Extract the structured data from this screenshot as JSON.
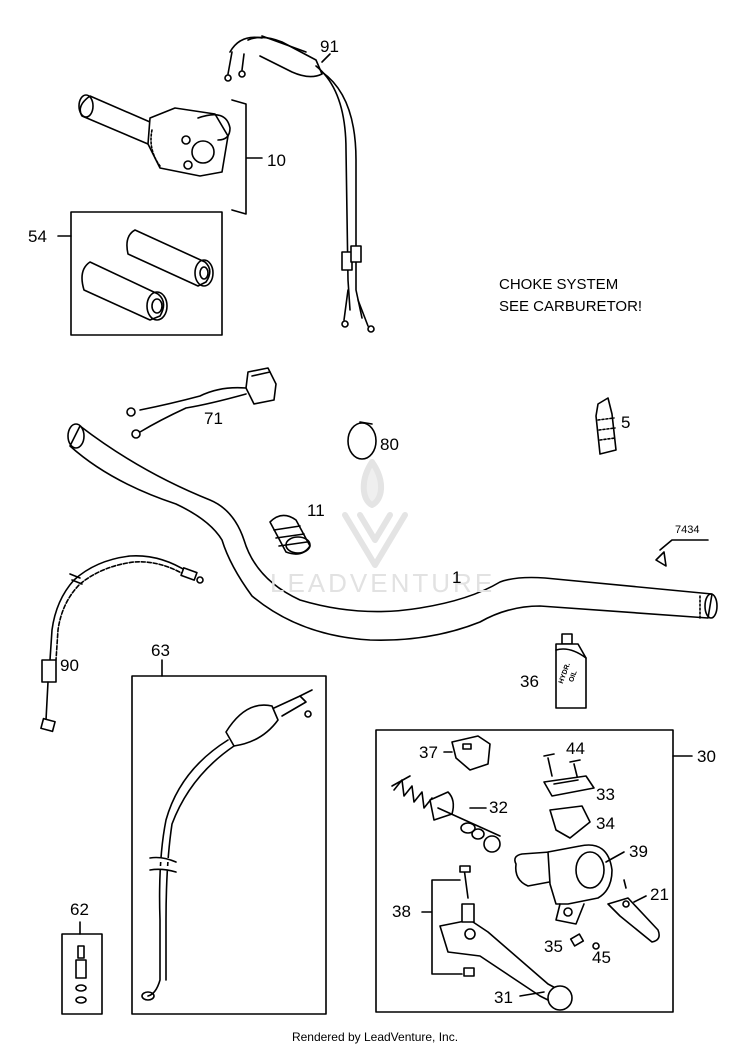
{
  "note": {
    "line1": "CHOKE SYSTEM",
    "line2": "SEE CARBURETOR!"
  },
  "watermark": "LEADVENTURE",
  "footer": "Rendered by LeadVenture, Inc.",
  "callouts": {
    "p91": "91",
    "p10": "10",
    "p54": "54",
    "p71": "71",
    "p80": "80",
    "p5": "5",
    "p11": "11",
    "p7434": "7434",
    "p1": "1",
    "p90": "90",
    "p63": "63",
    "p36": "36",
    "p30": "30",
    "p37": "37",
    "p44": "44",
    "p33": "33",
    "p32": "32",
    "p34": "34",
    "p39": "39",
    "p21": "21",
    "p38": "38",
    "p35": "35",
    "p45": "45",
    "p31": "31",
    "p62": "62"
  },
  "bottle_label": "HYDR. OIL",
  "colors": {
    "line": "#000000",
    "background": "#ffffff",
    "watermark": "#e2e2e2"
  }
}
